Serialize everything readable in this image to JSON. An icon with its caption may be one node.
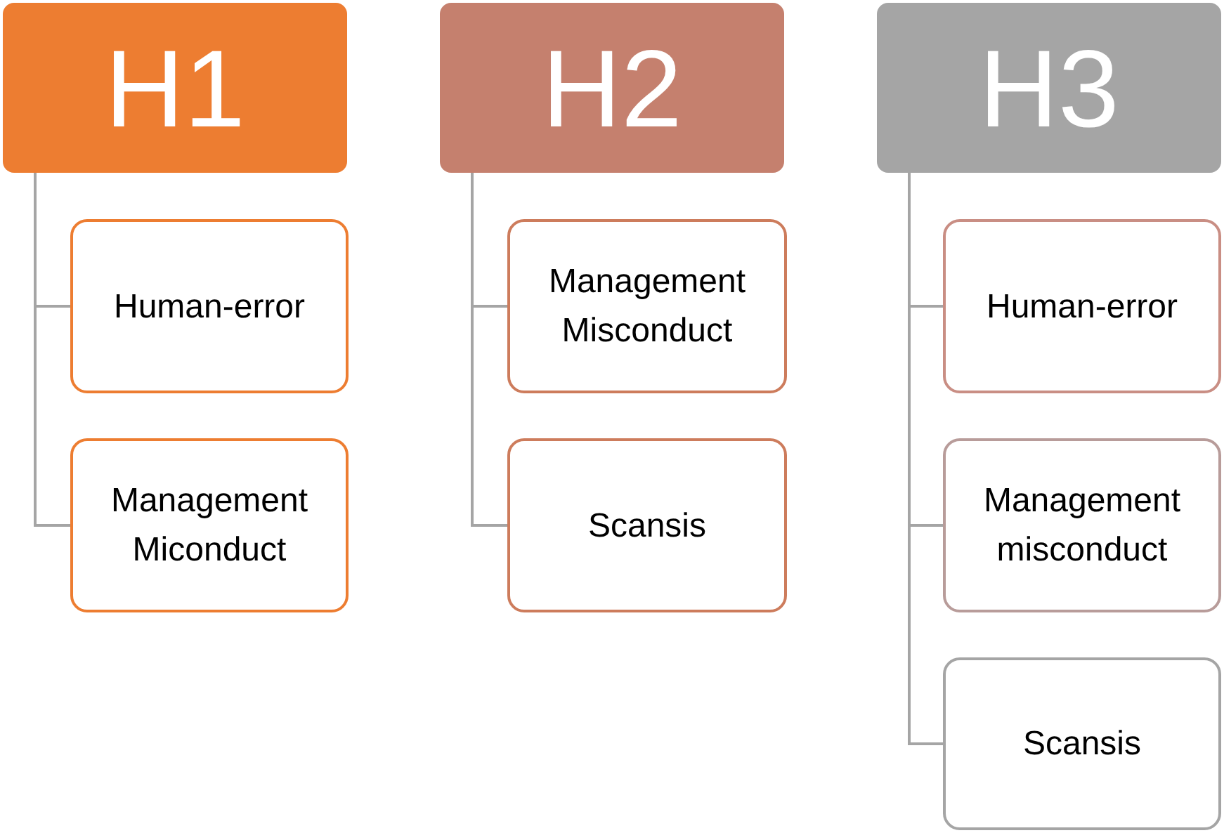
{
  "diagram": {
    "nodes": [
      {
        "text": [
          "H1"
        ]
      },
      {
        "text": [
          "Human-error"
        ]
      },
      {
        "text": [
          "Management Miconduct"
        ]
      },
      {
        "text": [
          "H2"
        ]
      },
      {
        "text": [
          "Management Misconduct"
        ]
      },
      {
        "text": [
          "Scansis"
        ]
      },
      {
        "text": [
          "H3"
        ]
      },
      {
        "text": [
          "Human-error"
        ]
      },
      {
        "text": [
          "Management misconduct"
        ]
      },
      {
        "text": [
          "Scansis"
        ]
      }
    ],
    "edges": [
      {
        "from": 0,
        "to": 1,
        "arrow": "none"
      },
      {
        "from": 0,
        "to": 2,
        "arrow": "none"
      },
      {
        "from": 3,
        "to": 4,
        "arrow": "none"
      },
      {
        "from": 3,
        "to": 5,
        "arrow": "none"
      },
      {
        "from": 6,
        "to": 7,
        "arrow": "none"
      },
      {
        "from": 6,
        "to": 8,
        "arrow": "none"
      },
      {
        "from": 6,
        "to": 9,
        "arrow": "none"
      }
    ]
  }
}
